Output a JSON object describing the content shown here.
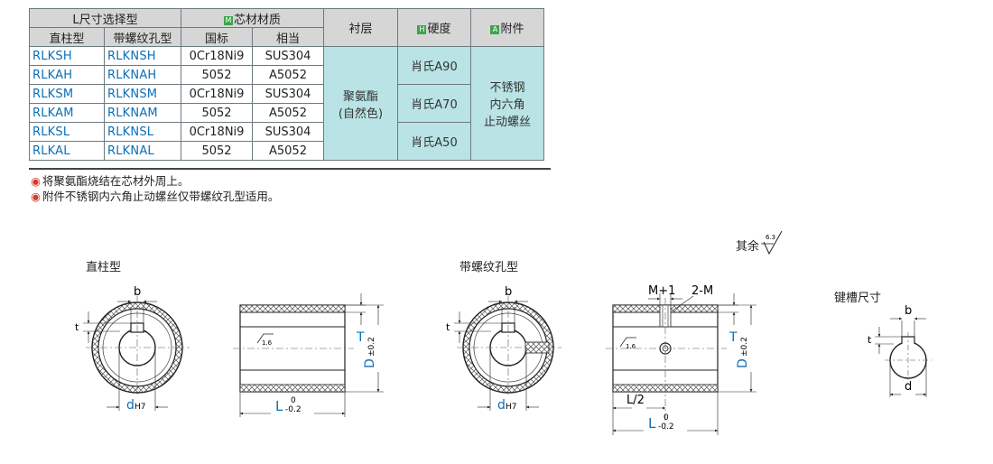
{
  "table": {
    "group_lshape": "L尺寸选择型",
    "group_material": "芯材材质",
    "col_lining": "衬层",
    "col_hardness": "硬度",
    "col_accessory": "附件",
    "badge_m": "M",
    "badge_h": "H",
    "badge_a": "A",
    "sub_straight": "直柱型",
    "sub_threaded": "带螺纹孔型",
    "sub_gb": "国标",
    "sub_equiv": "相当",
    "rows": [
      {
        "straight": "RLKSH",
        "threaded": "RLKNSH",
        "gb": "0Cr18Ni9",
        "eq": "SUS304"
      },
      {
        "straight": "RLKAH",
        "threaded": "RLKNAH",
        "gb": "5052",
        "eq": "A5052"
      },
      {
        "straight": "RLKSM",
        "threaded": "RLKNSM",
        "gb": "0Cr18Ni9",
        "eq": "SUS304"
      },
      {
        "straight": "RLKAM",
        "threaded": "RLKNAM",
        "gb": "5052",
        "eq": "A5052"
      },
      {
        "straight": "RLKSL",
        "threaded": "RLKNSL",
        "gb": "0Cr18Ni9",
        "eq": "SUS304"
      },
      {
        "straight": "RLKAL",
        "threaded": "RLKNAL",
        "gb": "5052",
        "eq": "A5052"
      }
    ],
    "lining_line1": "聚氨酯",
    "lining_line2": "(自然色)",
    "hardness": [
      "肖氏A90",
      "肖氏A70",
      "肖氏A50"
    ],
    "accessory_line1": "不锈钢",
    "accessory_line2": "内六角",
    "accessory_line3": "止动螺丝"
  },
  "notes": {
    "mark": "◉",
    "note1": "将聚氨酯烧结在芯材外周上。",
    "note2": "附件不锈钢内六角止动螺丝仅带螺纹孔型适用。"
  },
  "drawing": {
    "title_straight": "直柱型",
    "title_threaded": "带螺纹孔型",
    "title_keyway": "键槽尺寸",
    "roughness_prefix": "其余",
    "roughness_value": "6.3",
    "surface_value": "1.6",
    "dim_b": "b",
    "dim_t": "t",
    "dim_d": "d",
    "dim_d_tol": "H7",
    "dim_T": "T",
    "dim_D": "D",
    "dim_D_tol": "±0.2",
    "dim_L": "L",
    "dim_L_tol_upper": "0",
    "dim_L_tol_lower": "-0.2",
    "dim_L2": "L/2",
    "dim_M1": "M+1",
    "dim_2M": "2-M"
  }
}
